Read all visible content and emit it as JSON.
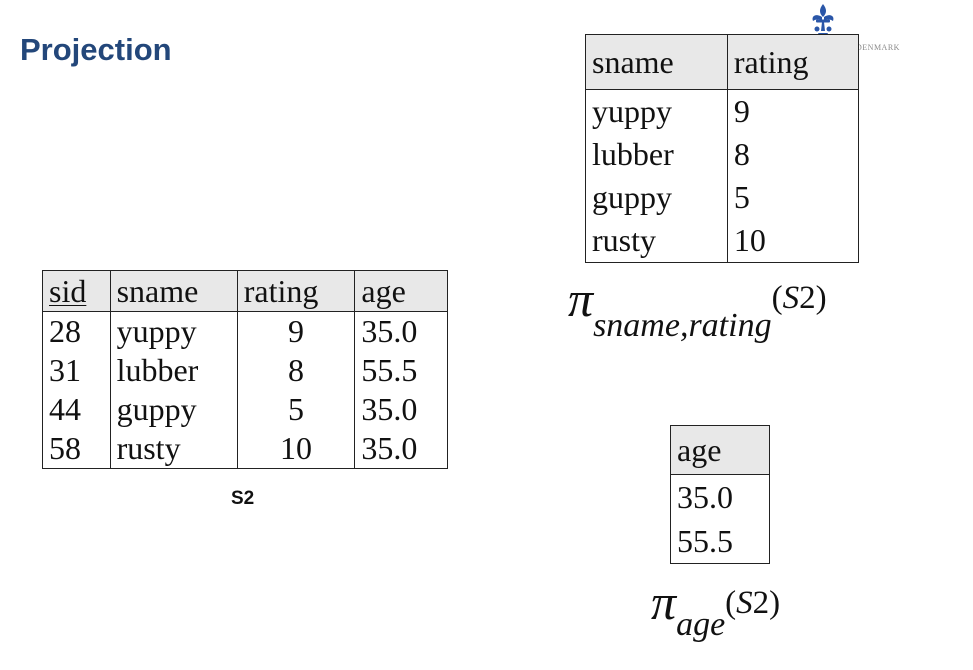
{
  "slide": {
    "title": "Projection"
  },
  "logo": {
    "text": "DENMARK",
    "icon": "fleur-de-lis-logo-icon"
  },
  "s2": {
    "caption": "S2",
    "headers": [
      "sid",
      "sname",
      "rating",
      "age"
    ],
    "rows": [
      [
        "28",
        "yuppy",
        "9",
        "35.0"
      ],
      [
        "31",
        "lubber",
        "8",
        "55.5"
      ],
      [
        "44",
        "guppy",
        "5",
        "35.0"
      ],
      [
        "58",
        "rusty",
        "10",
        "35.0"
      ]
    ]
  },
  "proj_sname_rating": {
    "headers": [
      "sname",
      "rating"
    ],
    "rows": [
      [
        "yuppy",
        "9"
      ],
      [
        "lubber",
        "8"
      ],
      [
        "guppy",
        "5"
      ],
      [
        "rusty",
        "10"
      ]
    ],
    "expr": {
      "symbol": "π",
      "subscript": "sname,rating",
      "arg_open": "(",
      "arg_rel": "S",
      "arg_num": "2)"
    }
  },
  "proj_age": {
    "headers": [
      "age"
    ],
    "rows": [
      [
        "35.0"
      ],
      [
        "55.5"
      ]
    ],
    "expr": {
      "symbol": "π",
      "subscript": "age",
      "arg_open": "(",
      "arg_rel": "S",
      "arg_num": "2)"
    }
  }
}
